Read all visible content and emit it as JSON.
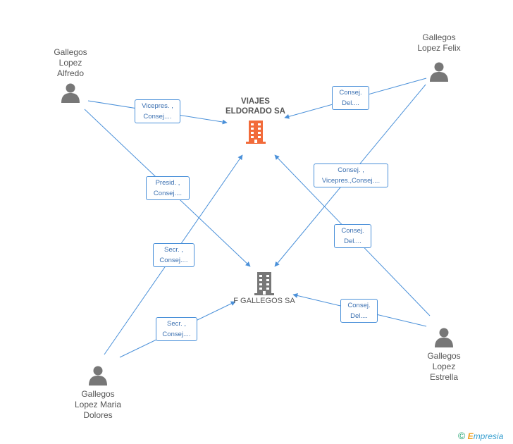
{
  "companies": {
    "viajes": {
      "name_line1": "VIAJES",
      "name_line2": "ELDORADO SA",
      "color": "#f26b3a"
    },
    "gallegos": {
      "name": "F GALLEGOS SA",
      "color": "#777777"
    }
  },
  "people": {
    "alfredo": {
      "line1": "Gallegos",
      "line2": "Lopez",
      "line3": "Alfredo"
    },
    "felix": {
      "line1": "Gallegos",
      "line2": "Lopez Felix"
    },
    "maria": {
      "line1": "Gallegos",
      "line2": "Lopez Maria",
      "line3": "Dolores"
    },
    "estrella": {
      "line1": "Gallegos",
      "line2": "Lopez",
      "line3": "Estrella"
    }
  },
  "relations": {
    "r1": {
      "l1": "Vicepres. ,",
      "l2": "Consej...."
    },
    "r2": {
      "l1": "Consej.",
      "l2": "Del...."
    },
    "r3": {
      "l1": "Presid. ,",
      "l2": "Consej...."
    },
    "r4": {
      "l1": "Consej. ,",
      "l2": "Vicepres.,Consej...."
    },
    "r5": {
      "l1": "Consej.",
      "l2": "Del...."
    },
    "r6": {
      "l1": "Secr. ,",
      "l2": "Consej...."
    },
    "r7": {
      "l1": "Consej.",
      "l2": "Del...."
    },
    "r8": {
      "l1": "Secr. ,",
      "l2": "Consej...."
    }
  },
  "colors": {
    "edge": "#4a90d9",
    "person": "#777777"
  },
  "brand": {
    "symbol": "©",
    "e": "E",
    "rest": "mpresia"
  }
}
